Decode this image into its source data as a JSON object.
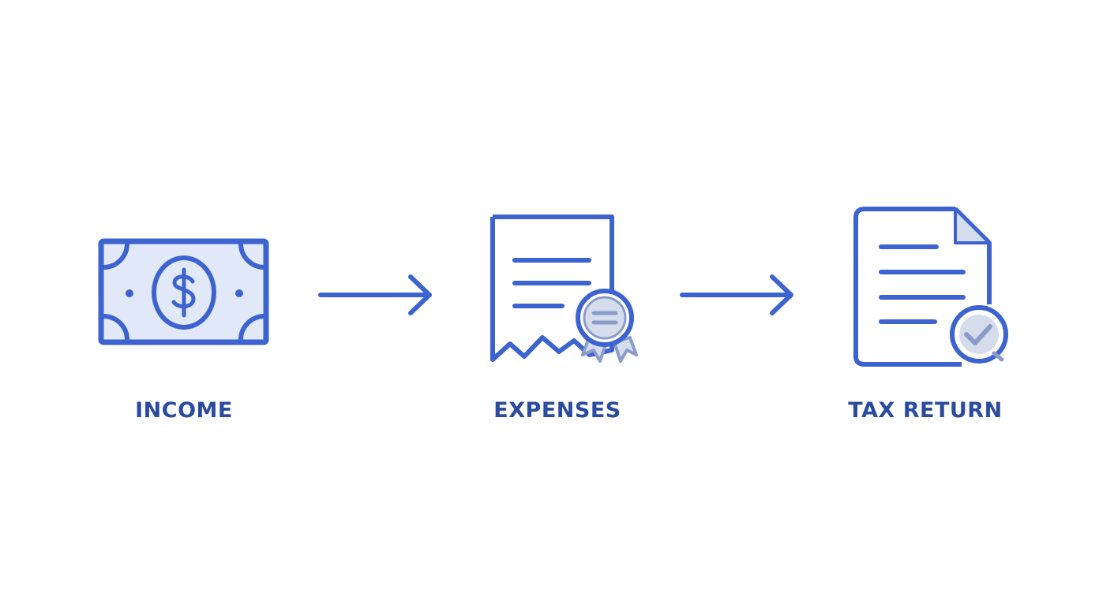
{
  "colors": {
    "primary": "#3C63CF",
    "label": "#2B4B9E",
    "fill_light": "#E1E8F8",
    "badge_fill": "#D5DCEC",
    "badge_stroke": "#8C9CC8",
    "background": "#FFFFFF"
  },
  "steps": [
    {
      "label": "INCOME",
      "icon": "banknote-icon"
    },
    {
      "label": "EXPENSES",
      "icon": "receipt-icon"
    },
    {
      "label": "TAX RETURN",
      "icon": "document-check-icon"
    }
  ]
}
